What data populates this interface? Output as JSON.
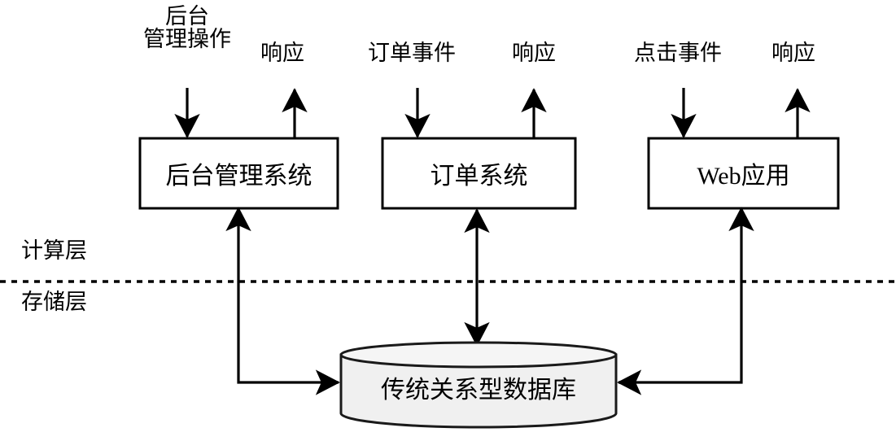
{
  "diagram": {
    "title_present": false,
    "background_color": "#ffffff",
    "stroke_color": "#000000",
    "cylinder_fill": "#f0f0f0",
    "box_fill": "#ffffff"
  },
  "layers": {
    "compute_label": "计算层",
    "storage_label": "存储层",
    "divider_style": "dashed"
  },
  "columns": [
    {
      "id": "admin",
      "input_label_line1": "后台",
      "input_label_line2": "管理操作",
      "output_label": "响应",
      "box_label": "后台管理系统"
    },
    {
      "id": "order",
      "input_label_line1": "",
      "input_label_line2": "订单事件",
      "output_label": "响应",
      "box_label": "订单系统"
    },
    {
      "id": "web",
      "input_label_line1": "",
      "input_label_line2": "点击事件",
      "output_label": "响应",
      "box_label": "Web应用"
    }
  ],
  "database": {
    "label": "传统关系型数据库",
    "shape": "cylinder"
  },
  "connections": [
    {
      "from": "admin-box",
      "to": "database",
      "direction": "bidirectional",
      "routing": "elbow-left"
    },
    {
      "from": "order-box",
      "to": "database",
      "direction": "bidirectional",
      "routing": "straight-vertical"
    },
    {
      "from": "web-box",
      "to": "database",
      "direction": "bidirectional",
      "routing": "elbow-right"
    }
  ]
}
